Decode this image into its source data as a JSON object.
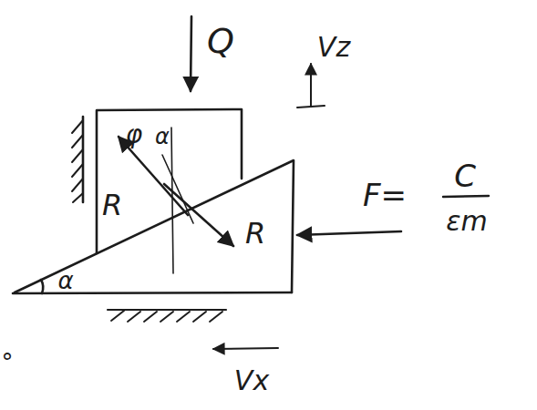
{
  "diagram": {
    "labels": [
      "Q",
      "Vz",
      "φ",
      "α",
      "R",
      "R",
      "α",
      "F=",
      "C",
      "εm",
      "Vx",
      "°"
    ]
  }
}
